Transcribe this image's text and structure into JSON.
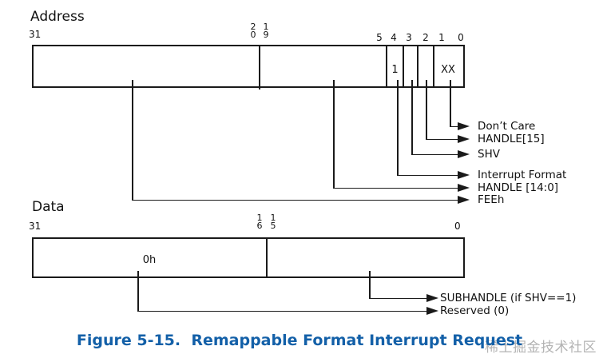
{
  "colors": {
    "line": "#1a1a1a",
    "caption_blue": "#1360a8",
    "watermark_gray": "#b3b3b3"
  },
  "address": {
    "title": "Address",
    "bit_labels": {
      "b31": "31",
      "b20": [
        "2",
        "0"
      ],
      "b19": [
        "1",
        "9"
      ],
      "b5": "5",
      "b4": "4",
      "b3": "3",
      "b2": "2",
      "b1": "1",
      "b0": "0"
    },
    "values": {
      "bit4": "1",
      "bits_1_0": "XX"
    },
    "callouts": {
      "dont_care": "Don’t Care",
      "handle15": "HANDLE[15]",
      "shv": "SHV",
      "interrupt_format": "Interrupt Format",
      "handle_14_0": "HANDLE [14:0]",
      "feeh": "FEEh"
    }
  },
  "data": {
    "title": "Data",
    "bit_labels": {
      "b31": "31",
      "b16": [
        "1",
        "6"
      ],
      "b15": [
        "1",
        "5"
      ],
      "b0": "0"
    },
    "values": {
      "upper": "0h"
    },
    "callouts": {
      "subhandle": "SUBHANDLE (if SHV==1)",
      "reserved": "Reserved (0)"
    }
  },
  "caption": "Figure 5-15.  Remappable Format Interrupt Request",
  "watermark": "稀土掘金技术社区"
}
